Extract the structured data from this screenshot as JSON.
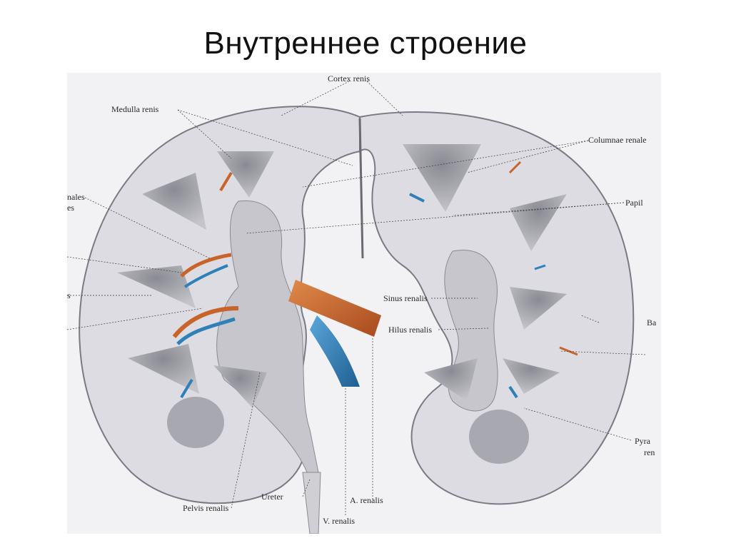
{
  "slide": {
    "title": "Внутреннее строение"
  },
  "figure": {
    "labels": {
      "cortex_renis": "Cortex renis",
      "medulla_renis": "Medulla renis",
      "columnae_renales": "Columnae renale",
      "papillae": "Papil",
      "columnae_left": "nales",
      "columnae_left_2": "es",
      "left_fragment_s": "s",
      "sinus_renalis": "Sinus renalis",
      "hilus_renalis": "Hilus renalis",
      "ba": "Ba",
      "pyramides": "Pyra",
      "pyramides_2": "ren",
      "pelvis_renalis": "Pelvis renalis",
      "ureter": "Ureter",
      "a_renalis": "A. renalis",
      "v_renalis": "V. renalis"
    },
    "colors": {
      "background": "#f2f1f4",
      "cortex": "#dcdce2",
      "medulla": "#9e9ea6",
      "sinus": "#c6c6cc",
      "artery": "#c8642a",
      "vein": "#2f7fb8"
    }
  }
}
